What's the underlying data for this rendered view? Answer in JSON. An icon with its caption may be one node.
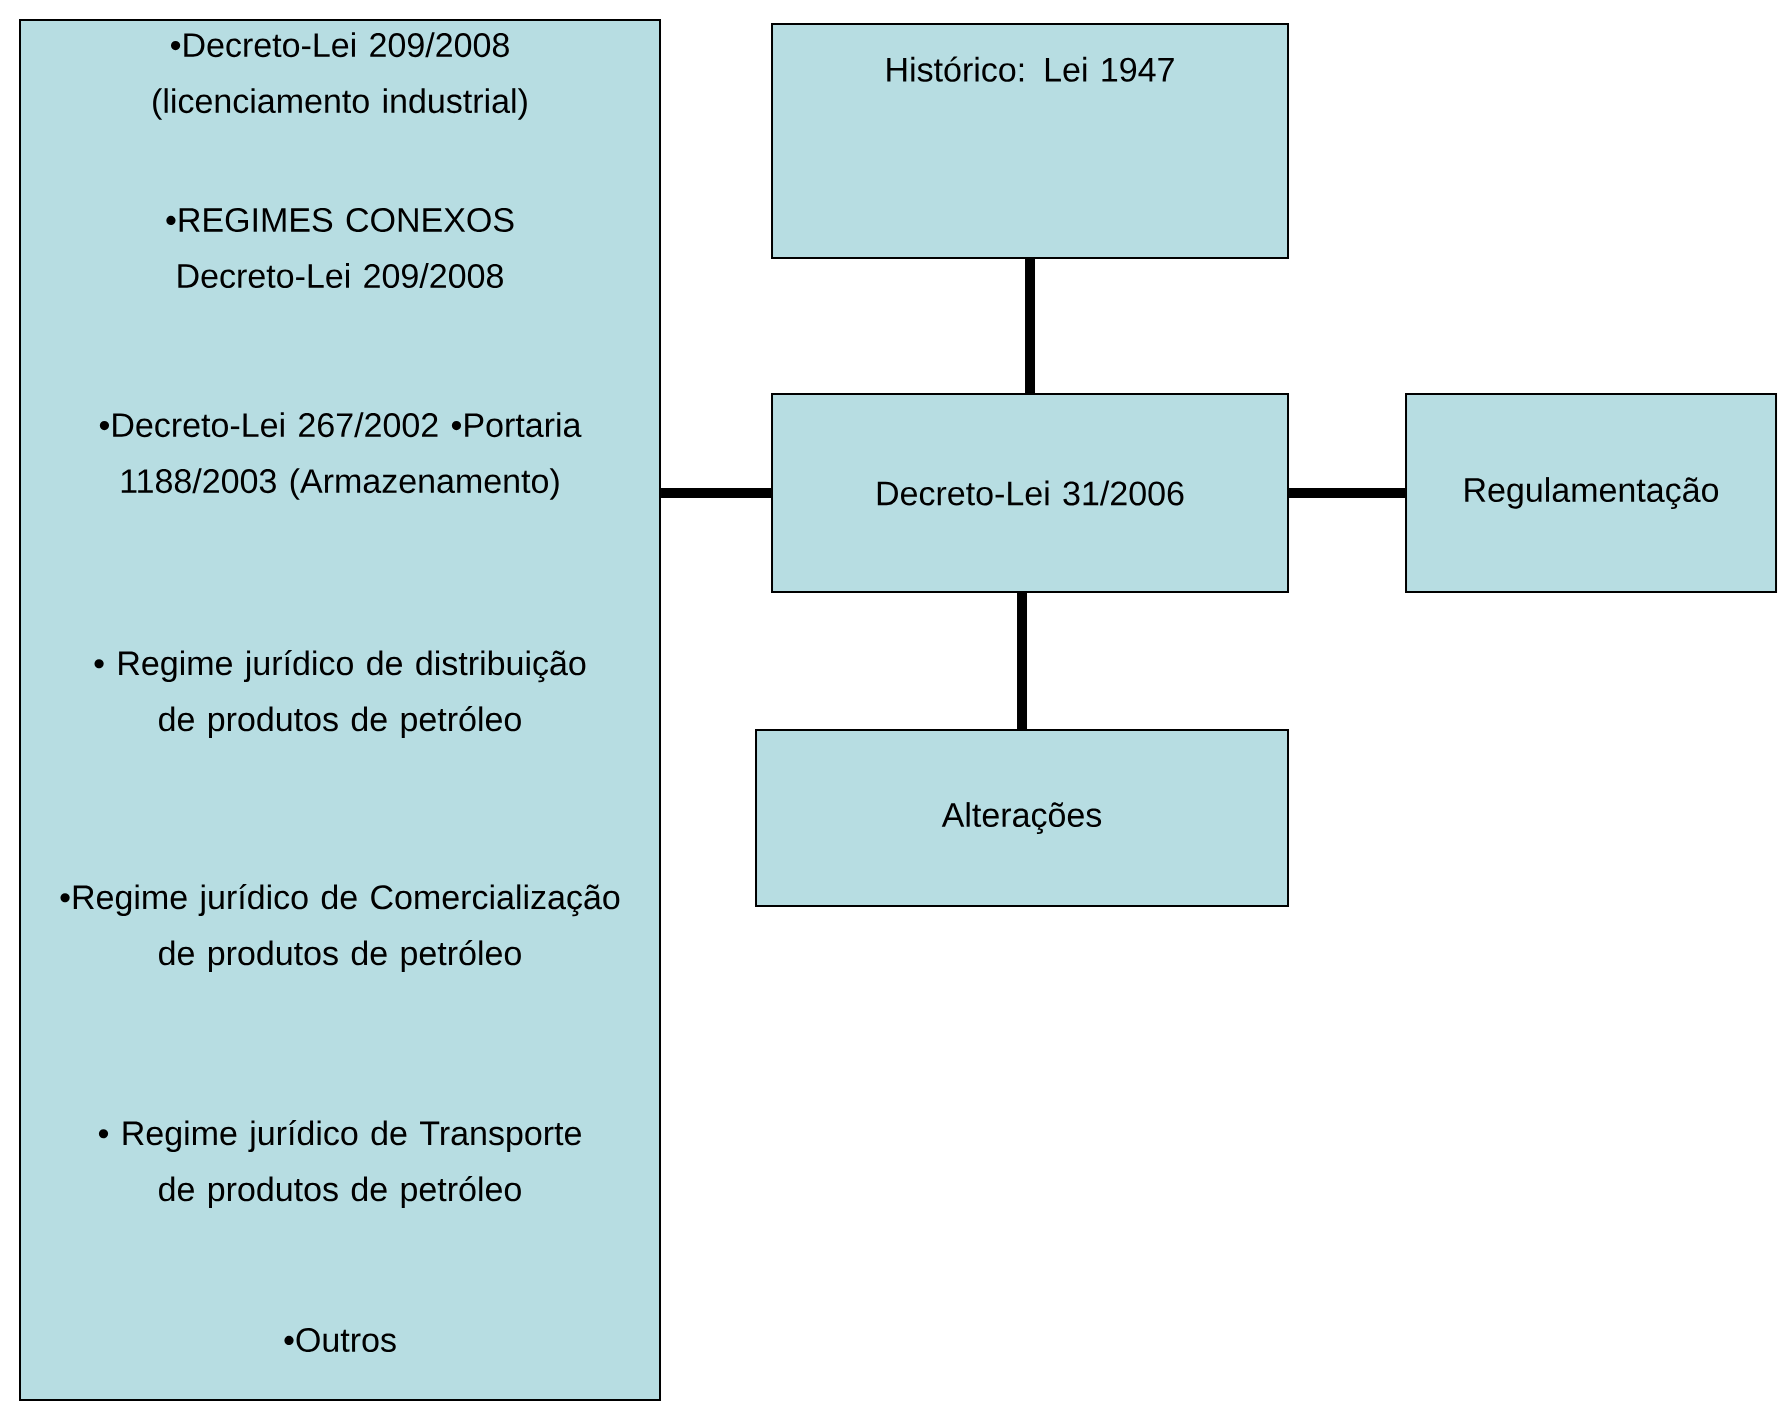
{
  "diagram": {
    "nodes": [
      {
        "text": [
          "•Decreto-Lei 209/2008 (licenciamento industrial)",
          "•REGIMES CONEXOS Decreto-Lei 209/2008",
          "•Decreto-Lei 267/2002 •Portaria 1188/2003 (Armazenamento)",
          "• Regime jurídico de distribuição de produtos de petróleo",
          "•Regime jurídico de Comercialização de produtos de petróleo",
          "• Regime jurídico de Transporte de produtos de petróleo",
          "•Outros"
        ]
      },
      {
        "text": [
          "Histórico: Lei 1947"
        ]
      },
      {
        "text": [
          "Decreto-Lei 31/2006"
        ]
      },
      {
        "text": [
          "Regulamentação"
        ]
      },
      {
        "text": [
          "Alterações"
        ]
      }
    ],
    "edges": [
      {
        "from": 0,
        "to": 2,
        "arrow": "none"
      },
      {
        "from": 1,
        "to": 2,
        "arrow": "none"
      },
      {
        "from": 2,
        "to": 3,
        "arrow": "none"
      },
      {
        "from": 2,
        "to": 4,
        "arrow": "none"
      }
    ]
  }
}
